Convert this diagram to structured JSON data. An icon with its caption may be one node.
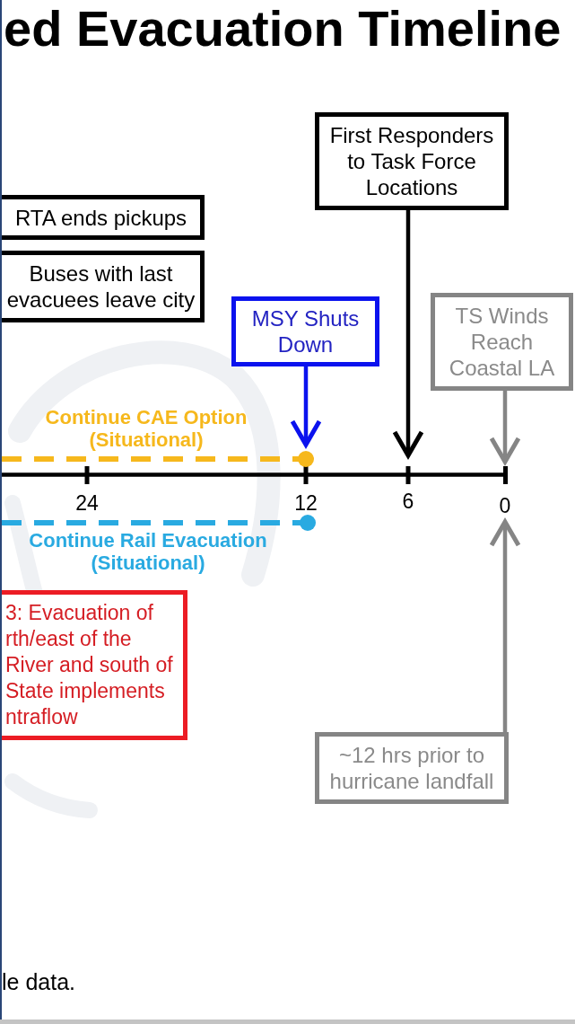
{
  "diagram": {
    "title": "ed Evacuation Timeline",
    "nodes": [
      {
        "text": [
          "First Responders to Task Force Locations"
        ]
      },
      {
        "text": [
          "RTA ends pickups"
        ]
      },
      {
        "text": [
          "Buses with last evacuees leave city"
        ]
      },
      {
        "text": [
          "MSY Shuts Down"
        ]
      },
      {
        "text": [
          "TS Winds Reach Coastal LA"
        ]
      },
      {
        "text": [],
        "shape": "bar"
      },
      {
        "text": [
          "0"
        ]
      },
      {
        "text": [
          "3: Evacuation of rth/east of the River and south of State implements ntraflow"
        ]
      },
      {
        "text": [
          "~12 hrs prior to hurricane landfall"
        ]
      }
    ],
    "edges": [
      {
        "from": 0,
        "to": null,
        "arrow": "to",
        "color": "#000000"
      },
      {
        "from": 3,
        "to": null,
        "arrow": "to",
        "color": "#0b12ee"
      },
      {
        "from": 4,
        "to": 5,
        "arrow": "to",
        "color": "#858585"
      },
      {
        "from": 8,
        "to": 6,
        "arrow": "to",
        "color": "#858585"
      }
    ],
    "labels": [
      "Continue CAE Option (Situational)",
      "24",
      "12",
      "6",
      "Continue Rail Evacuation (Situational)",
      "le data."
    ]
  }
}
